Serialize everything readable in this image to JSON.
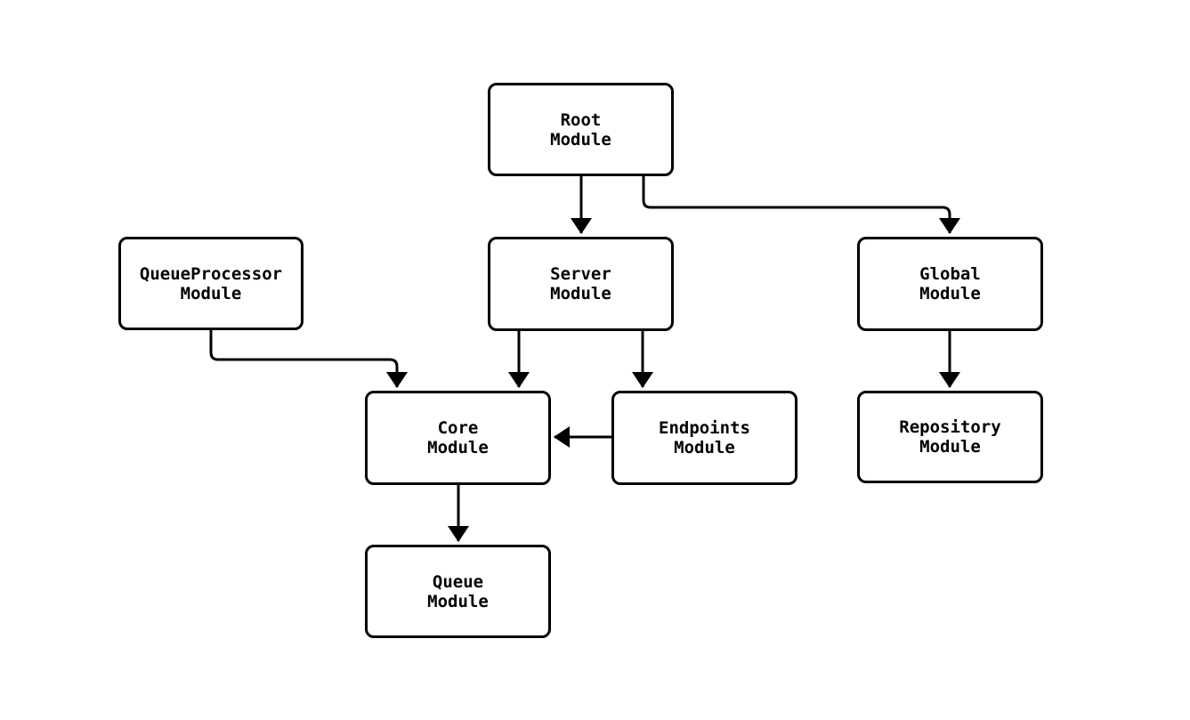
{
  "diagram": {
    "type": "flowchart",
    "direction": "top-down",
    "colors": {
      "background": "#ffffff",
      "node_fill": "#ffffff",
      "node_border": "#000000",
      "edge": "#000000",
      "text": "#000000"
    },
    "nodes": [
      {
        "id": "root",
        "line1": "Root",
        "line2": "Module"
      },
      {
        "id": "queueprocessor",
        "line1": "QueueProcessor",
        "line2": "Module"
      },
      {
        "id": "server",
        "line1": "Server",
        "line2": "Module"
      },
      {
        "id": "global",
        "line1": "Global",
        "line2": "Module"
      },
      {
        "id": "core",
        "line1": "Core",
        "line2": "Module"
      },
      {
        "id": "endpoints",
        "line1": "Endpoints",
        "line2": "Module"
      },
      {
        "id": "repository",
        "line1": "Repository",
        "line2": "Module"
      },
      {
        "id": "queue",
        "line1": "Queue",
        "line2": "Module"
      }
    ],
    "edges": [
      {
        "from": "root",
        "to": "server"
      },
      {
        "from": "root",
        "to": "global"
      },
      {
        "from": "queueprocessor",
        "to": "core"
      },
      {
        "from": "server",
        "to": "core"
      },
      {
        "from": "server",
        "to": "endpoints"
      },
      {
        "from": "endpoints",
        "to": "core"
      },
      {
        "from": "global",
        "to": "repository"
      },
      {
        "from": "core",
        "to": "queue"
      }
    ]
  }
}
